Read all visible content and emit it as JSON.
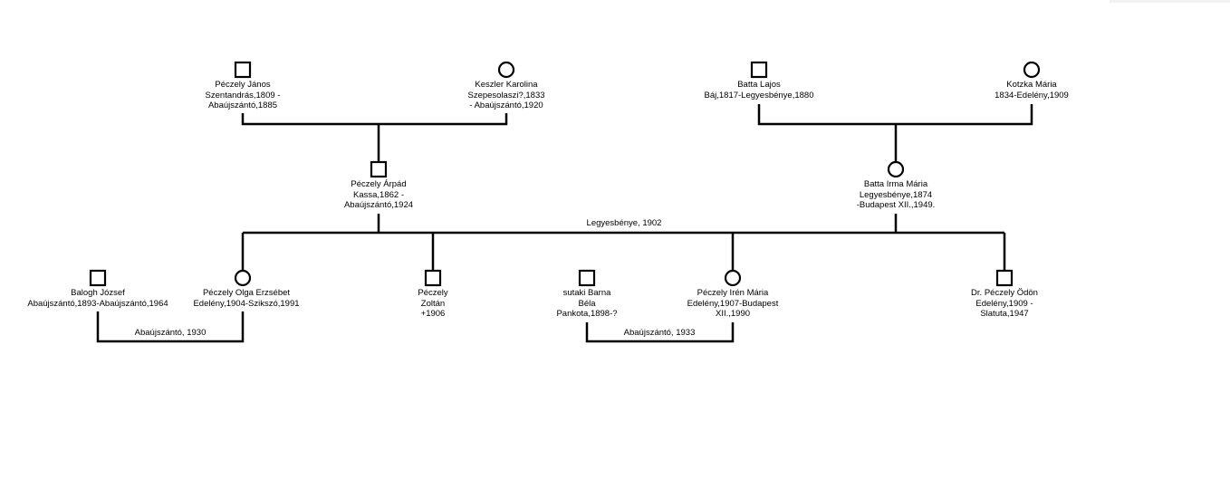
{
  "people": {
    "peczely_janos": {
      "sex": "male",
      "lines": [
        "Péczely János",
        "Szentandrás,1809 -",
        "Abaújszántó,1885"
      ]
    },
    "keszler_karolina": {
      "sex": "female",
      "lines": [
        "Keszler Karolina",
        "Szepesolaszi?,1833",
        "- Abaújszántó,1920"
      ]
    },
    "batta_lajos": {
      "sex": "male",
      "lines": [
        "Batta Lajos",
        "Báj,1817-Legyesbénye,1880"
      ]
    },
    "kotzka_maria": {
      "sex": "female",
      "lines": [
        "Kotzka Mária",
        "1834-Edelény,1909"
      ]
    },
    "peczely_arpad": {
      "sex": "male",
      "lines": [
        "Péczely Árpád",
        "Kassa,1862 -",
        "Abaújszántó,1924"
      ]
    },
    "batta_irma": {
      "sex": "female",
      "lines": [
        "Batta Irma Mária",
        "Legyesbénye,1874",
        "-Budapest XII.,1949."
      ]
    },
    "balogh_jozsef": {
      "sex": "male",
      "lines": [
        "Balogh József",
        "Abaújszántó,1893-Abaújszántó,1964"
      ]
    },
    "peczely_olga": {
      "sex": "female",
      "lines": [
        "Péczely Olga Erzsébet",
        "Edelény,1904-Szikszó,1991"
      ]
    },
    "peczely_zoltan": {
      "sex": "male",
      "lines": [
        "Péczely",
        "Zoltán",
        "+1906"
      ]
    },
    "sutaki_barna": {
      "sex": "male",
      "lines": [
        "sutaki Barna",
        "Béla",
        "Pankota,1898-?"
      ]
    },
    "peczely_iren": {
      "sex": "female",
      "lines": [
        "Péczely Irén Mária",
        "Edelény,1907-Budapest",
        "XII.,1990"
      ]
    },
    "peczely_odon": {
      "sex": "male",
      "lines": [
        "Dr. Péczely Ödön",
        "Edelény,1909 -",
        "Slatuta,1947"
      ]
    }
  },
  "unions": {
    "arpad_irma": {
      "label": "Legyesbénye, 1902"
    },
    "jozsef_olga": {
      "label": "Abaújszántó, 1930"
    },
    "barna_iren": {
      "label": "Abaújszántó, 1933"
    }
  }
}
